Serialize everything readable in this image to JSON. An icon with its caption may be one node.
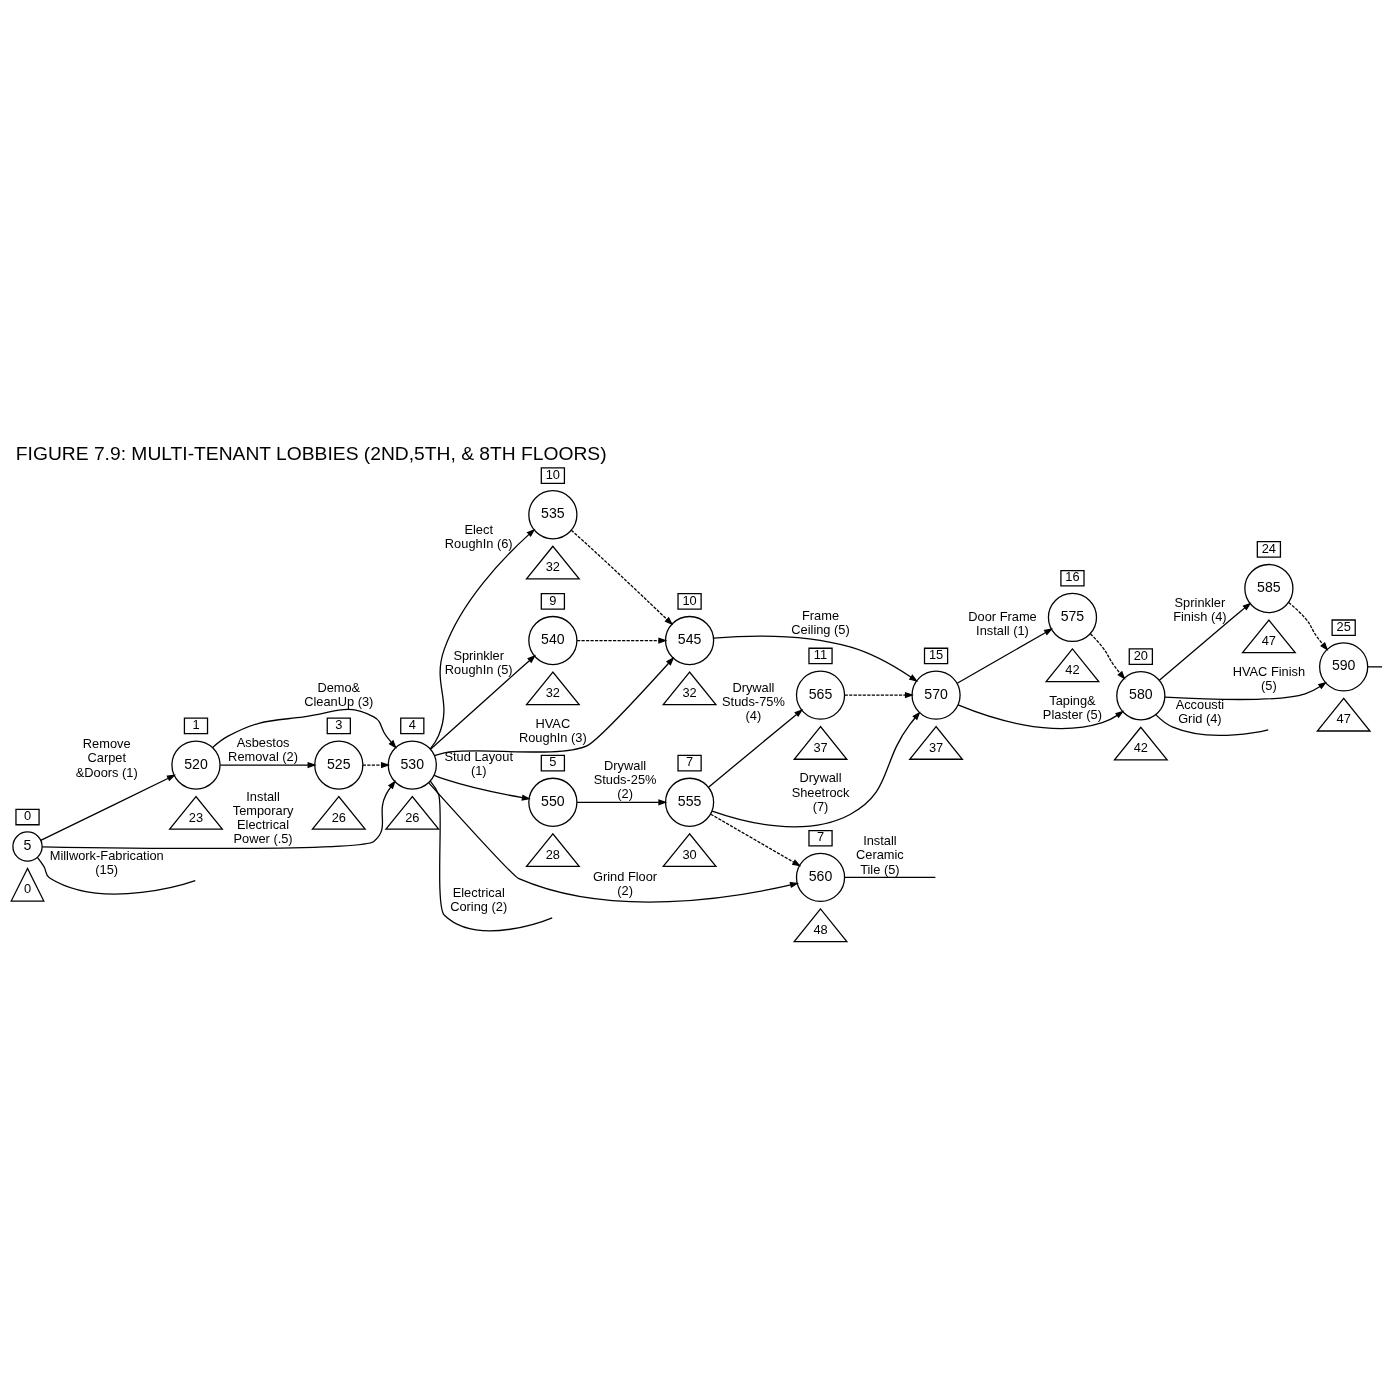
{
  "diagram": {
    "title": "FIGURE 7.9: MULTI-TENANT LOBBIES (2ND,5TH, & 8TH FLOORS)",
    "nodes": [
      {
        "text": [
          "5"
        ],
        "beside": [
          "0",
          "0"
        ]
      },
      {
        "text": [
          "520"
        ],
        "beside": [
          "1",
          "23"
        ]
      },
      {
        "text": [
          "525"
        ],
        "beside": [
          "3",
          "26"
        ]
      },
      {
        "text": [
          "530"
        ],
        "beside": [
          "4",
          "26"
        ]
      },
      {
        "text": [
          "535"
        ],
        "beside": [
          "10",
          "32"
        ]
      },
      {
        "text": [
          "540"
        ],
        "beside": [
          "9",
          "32"
        ]
      },
      {
        "text": [
          "545"
        ],
        "beside": [
          "10",
          "32"
        ]
      },
      {
        "text": [
          "550"
        ],
        "beside": [
          "5",
          "28"
        ]
      },
      {
        "text": [
          "555"
        ],
        "beside": [
          "7",
          "30"
        ]
      },
      {
        "text": [
          "560"
        ],
        "beside": [
          "7",
          "48"
        ]
      },
      {
        "text": [
          "565"
        ],
        "beside": [
          "11",
          "37"
        ]
      },
      {
        "text": [
          "570"
        ],
        "beside": [
          "15",
          "37"
        ]
      },
      {
        "text": [
          "575"
        ],
        "beside": [
          "16",
          "42"
        ]
      },
      {
        "text": [
          "580"
        ],
        "beside": [
          "20",
          "42"
        ]
      },
      {
        "text": [
          "585"
        ],
        "beside": [
          "24",
          "47"
        ]
      },
      {
        "text": [
          "590"
        ],
        "beside": [
          "25",
          "47"
        ]
      }
    ],
    "edges": [
      {
        "from": 0,
        "to": 1,
        "arrow": "to",
        "label": "Remove Carpet &Doors (1)"
      },
      {
        "from": 0,
        "to": 3,
        "arrow": "to",
        "label": "Install Temporary Electrical Power (.5)"
      },
      {
        "from": 0,
        "to": null,
        "arrow": "none",
        "label": "Millwork-Fabrication (15)"
      },
      {
        "from": 1,
        "to": 3,
        "arrow": "to",
        "label": "Demo& CleanUp (3)"
      },
      {
        "from": 1,
        "to": 2,
        "arrow": "to",
        "label": "Asbestos Removal (2)"
      },
      {
        "from": 2,
        "to": 3,
        "arrow": "to",
        "style": "dashed"
      },
      {
        "from": 3,
        "to": null,
        "arrow": "none",
        "label": "Electrical Coring (2)"
      },
      {
        "from": 3,
        "to": 4,
        "arrow": "to",
        "label": "Elect RoughIn (6)"
      },
      {
        "from": 3,
        "to": 6,
        "arrow": "to",
        "label": "HVAC RoughIn (3)"
      },
      {
        "from": 3,
        "to": 5,
        "arrow": "to",
        "label": "Sprinkler RoughIn (5)"
      },
      {
        "from": 3,
        "to": 7,
        "arrow": "to",
        "label": "Stud Layout (1)"
      },
      {
        "from": 3,
        "to": 9,
        "arrow": "to",
        "label": "Grind Floor (2)"
      },
      {
        "from": 4,
        "to": 6,
        "arrow": "to",
        "style": "dashed"
      },
      {
        "from": 5,
        "to": 6,
        "arrow": "to",
        "style": "dashed"
      },
      {
        "from": 6,
        "to": 11,
        "arrow": "to",
        "label": "Frame Ceiling (5)"
      },
      {
        "from": 7,
        "to": 8,
        "arrow": "to",
        "label": "Drywall Studs-25% (2)"
      },
      {
        "from": 8,
        "to": 10,
        "arrow": "to",
        "label": "Drywall Studs-75% (4)"
      },
      {
        "from": 8,
        "to": 11,
        "arrow": "to",
        "label": "Drywall Sheetrock (7)"
      },
      {
        "from": 8,
        "to": 9,
        "arrow": "to",
        "style": "dashed"
      },
      {
        "from": 10,
        "to": 11,
        "arrow": "to",
        "style": "dashed"
      },
      {
        "from": 9,
        "to": null,
        "arrow": "none",
        "label": "Install Ceramic Tile (5)"
      },
      {
        "from": 11,
        "to": 13,
        "arrow": "to",
        "label": "Taping& Plaster (5)"
      },
      {
        "from": 11,
        "to": 12,
        "arrow": "to",
        "label": "Door Frame Install (1)"
      },
      {
        "from": 12,
        "to": 13,
        "arrow": "to",
        "style": "dashed"
      },
      {
        "from": 13,
        "to": 15,
        "arrow": "to",
        "label": "HVAC Finish (5)"
      },
      {
        "from": 13,
        "to": null,
        "arrow": "none",
        "label": "Accousti Grid (4)"
      },
      {
        "from": 13,
        "to": 14,
        "arrow": "to",
        "label": "Sprinkler Finish (4)"
      },
      {
        "from": 14,
        "to": 15,
        "arrow": "to",
        "style": "dashed"
      },
      {
        "from": 15,
        "to": null,
        "arrow": "none"
      }
    ]
  }
}
